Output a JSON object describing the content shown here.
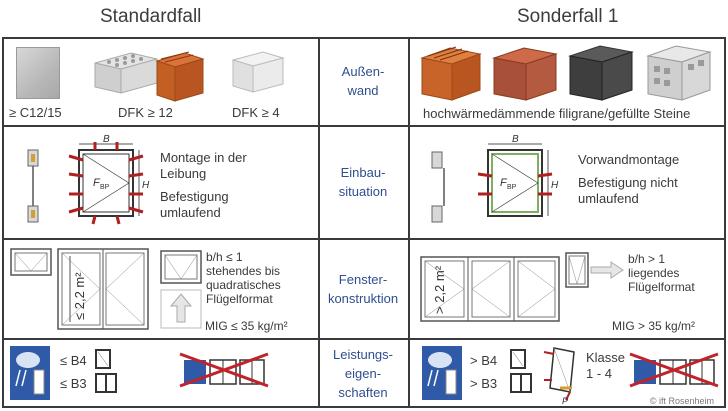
{
  "headers": {
    "left": "Standardfall",
    "right": "Sonderfall 1"
  },
  "rows": [
    {
      "label": "Außen-\nwand"
    },
    {
      "label": "Einbau-\nsituation"
    },
    {
      "label": "Fenster-\nkonstruktion"
    },
    {
      "label": "Leistungs-\neigen-\nschaften"
    }
  ],
  "left": {
    "wall_labels": [
      "≥ C12/15",
      "DFK ≥ 12",
      "DFK ≥ 4"
    ],
    "install_text_1": "Montage in der\nLeibung",
    "install_text_2": "Befestigung\numlaufend",
    "dim_b": "B",
    "dim_h": "H",
    "force": "F",
    "force_sub": "BP",
    "height_dim": "≤ 2,2 m²",
    "format_text": "b/h ≤ 1\nstehendes bis\nquadratisches\nFlügelformat",
    "mig_text": "MIG ≤ 35 kg/m²",
    "perf_b4": "≤ B4",
    "perf_b3": "≤ B3"
  },
  "right": {
    "wall_caption": "hochwärmedämmende filigrane/gefüllte Steine",
    "install_text_1": "Vorwandmontage",
    "install_text_2": "Befestigung nicht\numlaufend",
    "dim_b": "B",
    "dim_h": "H",
    "force": "F",
    "force_sub": "BP",
    "height_dim": "> 2,2 m²",
    "format_text": "b/h > 1\nliegendes\nFlügelformat",
    "mig_text": "MIG > 35 kg/m²",
    "perf_b4": "> B4",
    "perf_b3": "> B3",
    "klasse": "Klasse\n1 - 4",
    "p_label": "P"
  },
  "copyright": "© ift Rosenheim",
  "colors": {
    "accent_blue": "#2f4f8f",
    "frame": "#3a3a3a",
    "brick": "#c8642a",
    "red_cross": "#c0242a"
  }
}
